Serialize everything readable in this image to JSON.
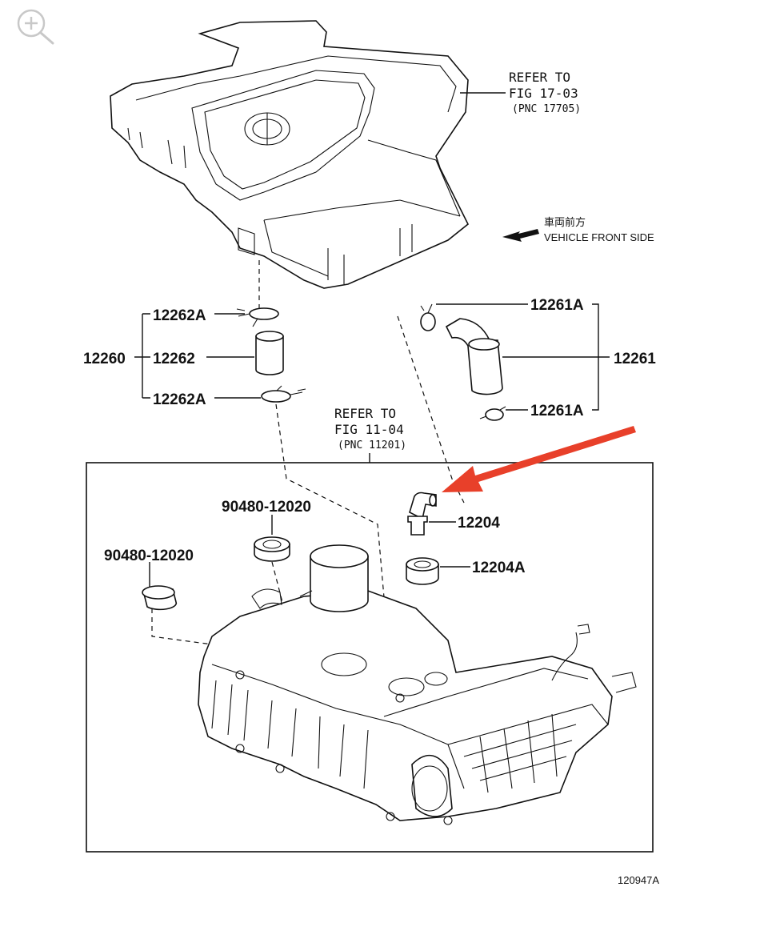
{
  "toolbar": {
    "zoom_icon": "zoom-in-icon"
  },
  "refs": {
    "cover": {
      "line1": "REFER TO",
      "line2": "FIG 17-03",
      "line3": "(PNC 17705)"
    },
    "head": {
      "line1": "REFER TO",
      "line2": "FIG 11-04",
      "line3": "(PNC 11201)"
    }
  },
  "direction": {
    "jp": "車両前方",
    "en": "VEHICLE FRONT SIDE"
  },
  "parts": {
    "p12262A_top": "12262A",
    "p12262": "12262",
    "p12262A_bottom": "12262A",
    "p12260": "12260",
    "p12261A_top": "12261A",
    "p12261": "12261",
    "p12261A_bottom": "12261A",
    "p12204": "12204",
    "p12204A": "12204A",
    "p90480_a": "90480-12020",
    "p90480_b": "90480-12020"
  },
  "figure_id": "120947A",
  "colors": {
    "arrow": "#e8402a",
    "ink": "#111111"
  }
}
